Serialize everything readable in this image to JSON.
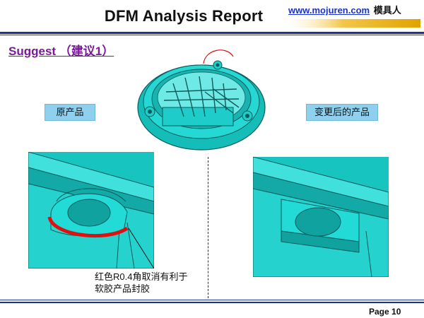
{
  "header": {
    "title": "DFM Analysis Report",
    "site_link": "www.mojuren.com",
    "site_brand": "模具人"
  },
  "section": {
    "heading": "Suggest （建议1）"
  },
  "labels": {
    "original": "原产品",
    "modified": "变更后的产品"
  },
  "note": {
    "line1": "红色R0.4角取消有利于",
    "line2": "软胶产品封胶"
  },
  "footer": {
    "page": "Page 10"
  },
  "colors": {
    "part": "#1fd3cf",
    "highlight": "#e01010",
    "label_bg": "#8fd0ee",
    "rule": "#1e2f9a",
    "heading": "#7a1a9a",
    "link": "#1a32c8"
  }
}
